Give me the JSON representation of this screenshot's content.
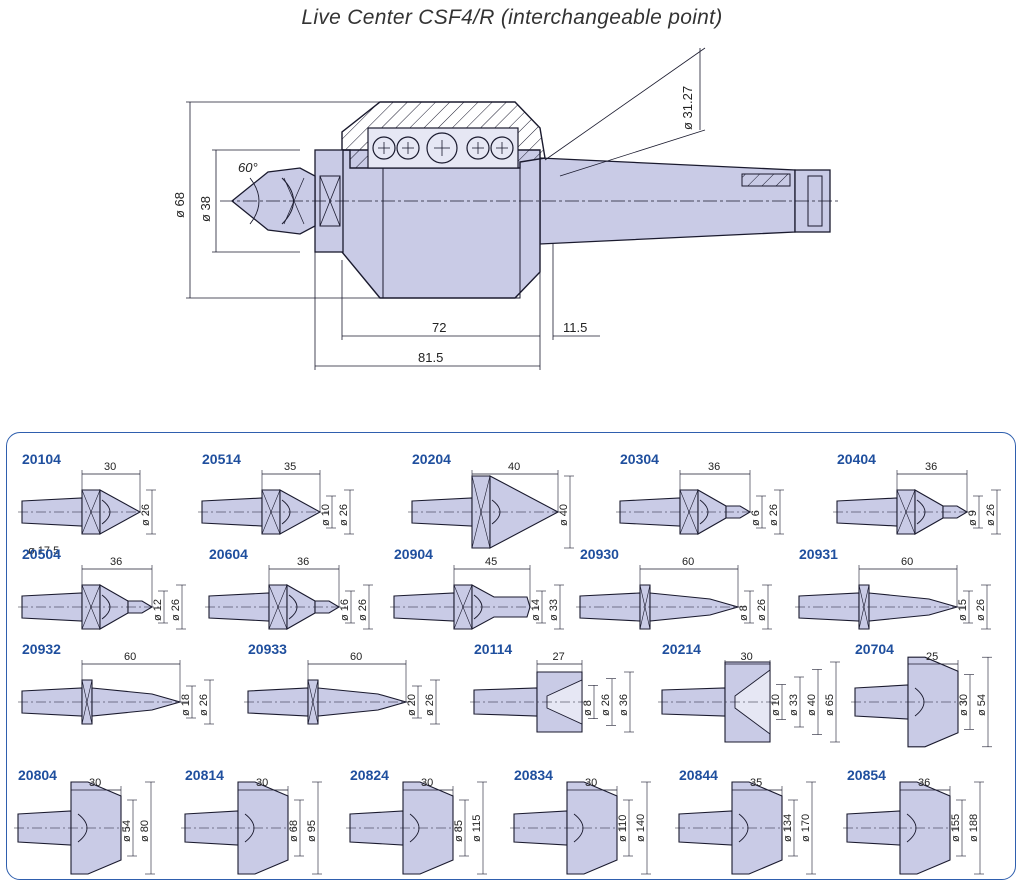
{
  "title": "Live Center CSF4/R (interchangeable point)",
  "colors": {
    "part_fill": "#c9cbe6",
    "part_stroke": "#1a1a2e",
    "code_blue": "#1f4f9e",
    "frame_blue": "#2f5fae"
  },
  "main": {
    "angle_label": "60°",
    "dim_d68": "ø 68",
    "dim_d38": "ø 38",
    "dim_d3127": "ø 31.27",
    "dim_72": "72",
    "dim_115": "11.5",
    "dim_815": "81.5"
  },
  "points": [
    {
      "code": "20104",
      "type": "cone",
      "len": "30",
      "dims": [
        "ø 26"
      ],
      "extra": "ø 17.5"
    },
    {
      "code": "20514",
      "type": "cone",
      "len": "35",
      "dims": [
        "ø 10",
        "ø 26"
      ]
    },
    {
      "code": "20204",
      "type": "cone",
      "len": "40",
      "dims": [
        "ø 40"
      ]
    },
    {
      "code": "20304",
      "type": "pin",
      "len": "36",
      "dims": [
        "ø 6",
        "ø 26"
      ]
    },
    {
      "code": "20404",
      "type": "pin",
      "len": "36",
      "dims": [
        "ø 9",
        "ø 26"
      ]
    },
    {
      "code": "20504",
      "type": "pin",
      "len": "36",
      "dims": [
        "ø 12",
        "ø 26"
      ]
    },
    {
      "code": "20604",
      "type": "pin",
      "len": "36",
      "dims": [
        "ø 16",
        "ø 26"
      ]
    },
    {
      "code": "20904",
      "type": "cyl",
      "len": "45",
      "dims": [
        "ø 14",
        "ø 33"
      ]
    },
    {
      "code": "20930",
      "type": "long",
      "len": "60",
      "dims": [
        "ø 8",
        "ø 26"
      ]
    },
    {
      "code": "20931",
      "type": "long",
      "len": "60",
      "dims": [
        "ø 15",
        "ø 26"
      ]
    },
    {
      "code": "20932",
      "type": "long",
      "len": "60",
      "dims": [
        "ø 18",
        "ø 26"
      ]
    },
    {
      "code": "20933",
      "type": "long",
      "len": "60",
      "dims": [
        "ø 20",
        "ø 26"
      ]
    },
    {
      "code": "20114",
      "type": "cup",
      "len": "27",
      "dims": [
        "ø 8",
        "ø 26",
        "ø 36"
      ]
    },
    {
      "code": "20214",
      "type": "cup",
      "len": "30",
      "dims": [
        "ø 10",
        "ø 33",
        "ø 40",
        "ø 65"
      ]
    },
    {
      "code": "20704",
      "type": "bell",
      "len": "25",
      "dims": [
        "ø 30",
        "ø 54"
      ]
    },
    {
      "code": "20804",
      "type": "bell",
      "len": "30",
      "dims": [
        "ø 54",
        "ø 80"
      ]
    },
    {
      "code": "20814",
      "type": "bell",
      "len": "30",
      "dims": [
        "ø 68",
        "ø 95"
      ]
    },
    {
      "code": "20824",
      "type": "bell",
      "len": "30",
      "dims": [
        "ø 85",
        "ø 115"
      ]
    },
    {
      "code": "20834",
      "type": "bell",
      "len": "30",
      "dims": [
        "ø 110",
        "ø 140"
      ]
    },
    {
      "code": "20844",
      "type": "bell",
      "len": "35",
      "dims": [
        "ø 134",
        "ø 170"
      ]
    },
    {
      "code": "20854",
      "type": "bell",
      "len": "36",
      "dims": [
        "ø 155",
        "ø 188"
      ]
    }
  ]
}
